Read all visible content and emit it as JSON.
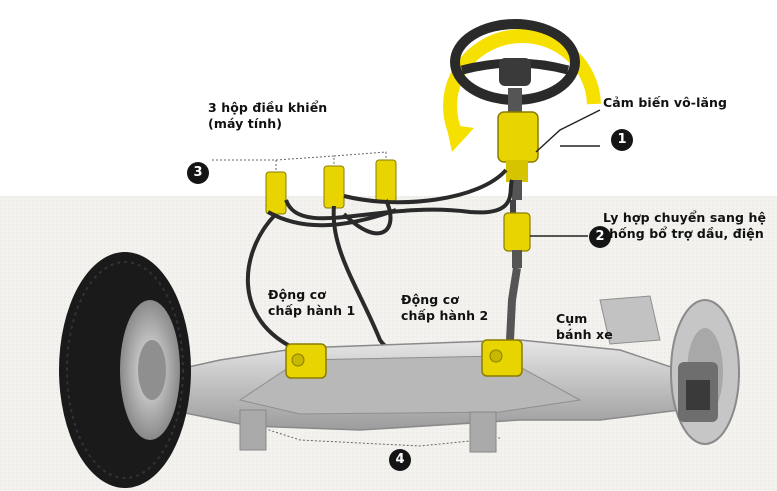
{
  "labels": {
    "controllers": [
      "3 hộp điều khiển",
      "(máy tính)"
    ],
    "steering_sensor": "Cảm biến vô-lăng",
    "clutch": [
      "Ly hợp chuyển sang hệ",
      "thống bổ trợ dầu, điện"
    ],
    "actuator1": [
      "Động cơ",
      "chấp hành 1"
    ],
    "actuator2": [
      "Động cơ",
      "chấp hành 2"
    ],
    "wheel_assembly": [
      "Cụm",
      "bánh xe"
    ]
  },
  "markers": [
    "1",
    "2",
    "3",
    "4"
  ],
  "colors": {
    "accent_yellow": "#f5e000",
    "component_yellow": "#e8d400",
    "frame_silver": "#c9c9c9",
    "tire": "#1a1a1a",
    "cable": "#2a2a2a"
  }
}
